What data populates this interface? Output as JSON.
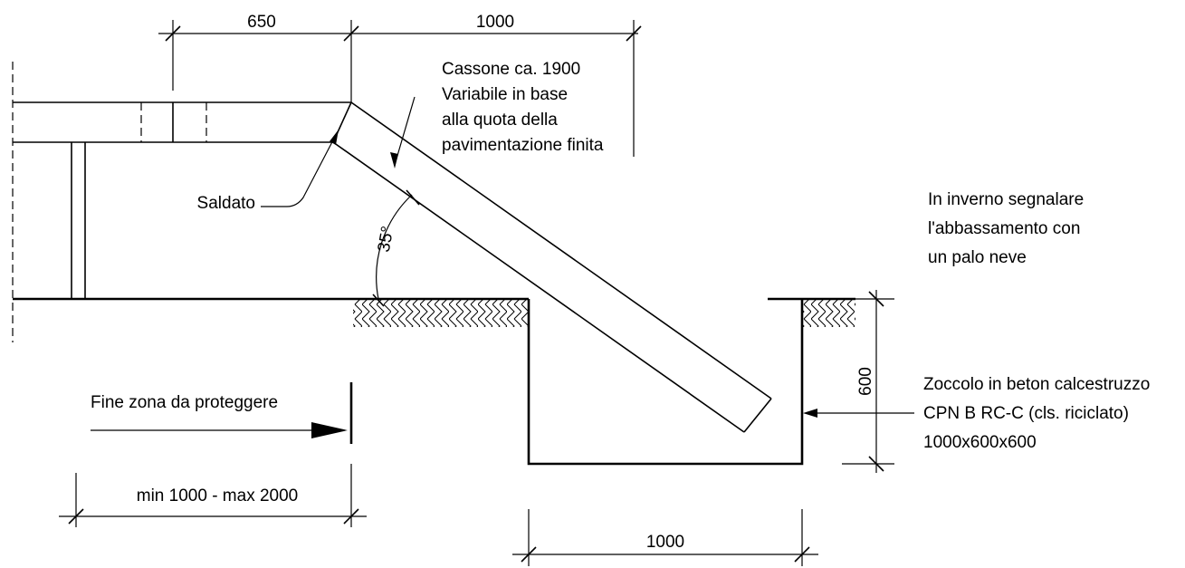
{
  "dimensions": {
    "top_left": "650",
    "top_right": "1000",
    "bottom_left": "min 1000 - max 2000",
    "bottom_right": "1000",
    "vertical": "600",
    "angle": "35°"
  },
  "labels": {
    "cassone": [
      "Cassone ca. 1900",
      "Variabile in base",
      "alla quota della",
      "pavimentazione finita"
    ],
    "saldato": "Saldato",
    "inverno": [
      "In inverno segnalare",
      "l'abbassamento con",
      "un palo neve"
    ],
    "fine_zona": "Fine zona da proteggere",
    "zoccolo": [
      "Zoccolo in beton calcestruzzo",
      "CPN B RC-C (cls. riciclato)",
      "1000x600x600"
    ]
  }
}
